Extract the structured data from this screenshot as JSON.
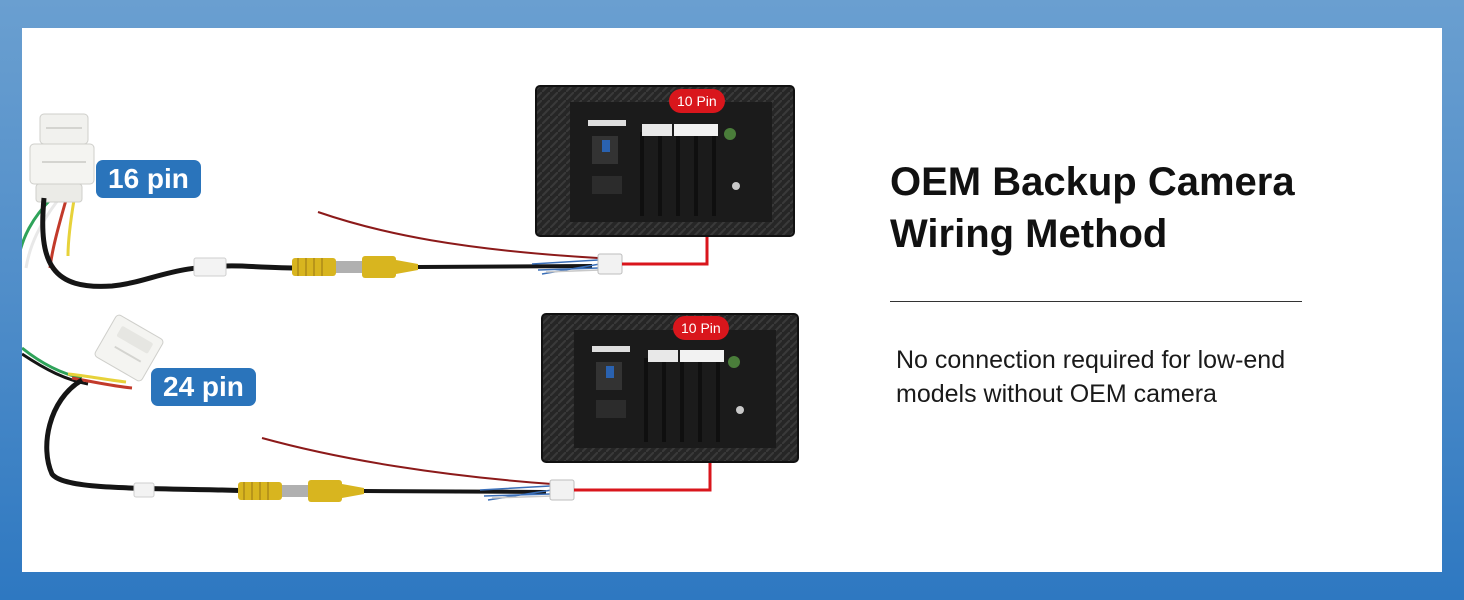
{
  "diagram": {
    "top": {
      "harness_label": "16 pin",
      "radio_label": "10 Pin"
    },
    "bottom": {
      "harness_label": "24 pin",
      "radio_label": "10 Pin"
    }
  },
  "heading": {
    "line1": "OEM Backup Camera",
    "line2": "Wiring Method"
  },
  "description": {
    "line1": "No connection required for low-end",
    "line2": "models without OEM camera"
  },
  "colors": {
    "background": "#2e78c1",
    "badge_blue": "#2a74bb",
    "arrow_red": "#d9161c",
    "rca_yellow": "#d8b51f"
  }
}
